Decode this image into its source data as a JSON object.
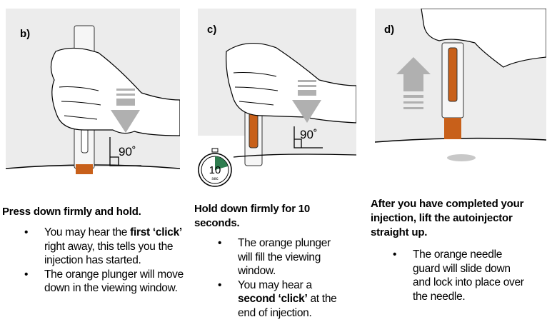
{
  "steps": [
    {
      "label": "b)",
      "angle": "90˚",
      "heading": "Press down firmly and hold.",
      "bullets": [
        {
          "pre": "You may hear the ",
          "bold": "first ‘click’",
          "post": " right away, this tells you the injection has started."
        },
        {
          "pre": "The orange plunger will move down in the viewing window.",
          "bold": "",
          "post": ""
        }
      ]
    },
    {
      "label": "c)",
      "angle": "90˚",
      "timer": {
        "value": "10",
        "unit": "sec"
      },
      "heading": "Hold down firmly for 10 seconds.",
      "bullets": [
        {
          "pre": "The orange plunger will fill the viewing window.",
          "bold": "",
          "post": ""
        },
        {
          "pre": "You may hear a ",
          "bold": "second ‘click’",
          "post": " at the end of injection."
        }
      ]
    },
    {
      "label": "d)",
      "heading": "After you have completed your injection, lift the autoinjector straight up.",
      "bullets": [
        {
          "pre": "The orange needle guard will slide down and lock into place over the needle.",
          "bold": "",
          "post": ""
        }
      ]
    }
  ],
  "bullet_char": "•",
  "colors": {
    "orange": "#c8601a",
    "panel_bg": "#ececec",
    "arrow": "#b0b0b0",
    "timer_green": "#2e7d4f"
  }
}
